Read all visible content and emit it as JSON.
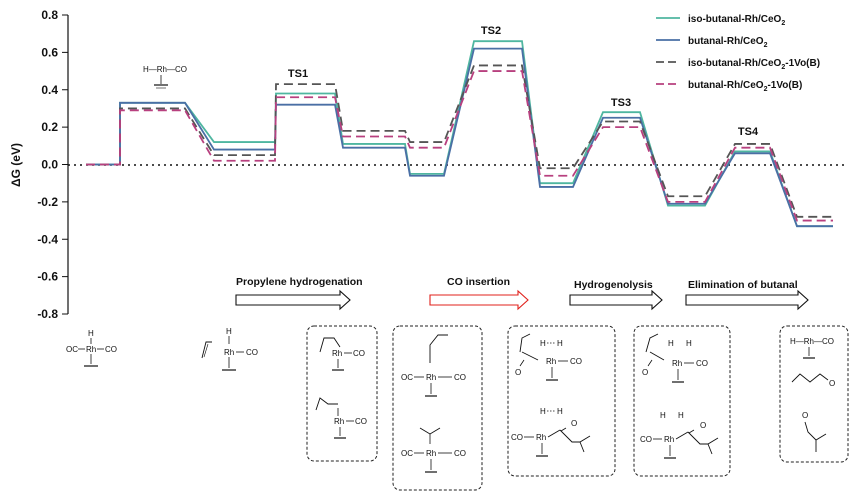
{
  "chart_data": {
    "type": "line",
    "subtype": "energy-profile",
    "ylabel": "ΔG (eV)",
    "ylim": [
      -0.8,
      0.8
    ],
    "yticks": [
      "0.8",
      "0.6",
      "0.4",
      "0.2",
      "0.0",
      "-0.2",
      "-0.4",
      "-0.6",
      "-0.8"
    ],
    "zero_line": "dotted",
    "legend_position": "top-right",
    "legend_entries": [
      {
        "label": "iso-butanal-Rh/CeO",
        "sub": "2",
        "sup": "",
        "tail": "",
        "color": "#4fb6a0",
        "dash": "solid"
      },
      {
        "label": "butanal-Rh/CeO",
        "sub": "2",
        "sup": "",
        "tail": "",
        "color": "#4a6fa5",
        "dash": "solid"
      },
      {
        "label": "iso-butanal-Rh/CeO",
        "sub": "2",
        "sup": "",
        "tail": "-1Vo(B)",
        "color": "#555555",
        "dash": "dashed"
      },
      {
        "label": "butanal-Rh/CeO",
        "sub": "2",
        "sup": "",
        "tail": "-1Vo(B)",
        "color": "#b8407f",
        "dash": "dashed"
      }
    ],
    "series": [
      {
        "name": "iso-butanal-Rh/CeO2",
        "values": [
          0.0,
          0.33,
          0.12,
          0.38,
          0.11,
          -0.05,
          0.66,
          -0.1,
          0.28,
          -0.22,
          0.07,
          -0.33
        ]
      },
      {
        "name": "butanal-Rh/CeO2",
        "values": [
          0.0,
          0.33,
          0.08,
          0.32,
          0.09,
          -0.06,
          0.62,
          -0.12,
          0.25,
          -0.21,
          0.06,
          -0.33
        ]
      },
      {
        "name": "iso-butanal-Rh/CeO2-1Vo(B)",
        "values": [
          0.0,
          0.3,
          0.05,
          0.43,
          0.18,
          0.12,
          0.53,
          -0.02,
          0.23,
          -0.17,
          0.11,
          -0.28
        ]
      },
      {
        "name": "butanal-Rh/CeO2-1Vo(B)",
        "values": [
          0.0,
          0.29,
          0.02,
          0.36,
          0.15,
          0.09,
          0.5,
          -0.06,
          0.2,
          -0.2,
          0.09,
          -0.3
        ]
      }
    ],
    "annotations": {
      "ts": [
        "TS1",
        "TS2",
        "TS3",
        "TS4"
      ],
      "hrhco": "H—Rh—CO"
    },
    "stages": [
      {
        "label": "Propylene hydrogenation",
        "color": "#111111"
      },
      {
        "label": "CO insertion",
        "color": "#e0201b"
      },
      {
        "label": "Hydrogenolysis",
        "color": "#111111"
      },
      {
        "label": "Elimination of  butanal",
        "color": "#111111"
      }
    ],
    "structure_labels": {
      "rh": "Rh",
      "co": "CO",
      "oc": "OC",
      "h": "H",
      "o": "O"
    }
  }
}
